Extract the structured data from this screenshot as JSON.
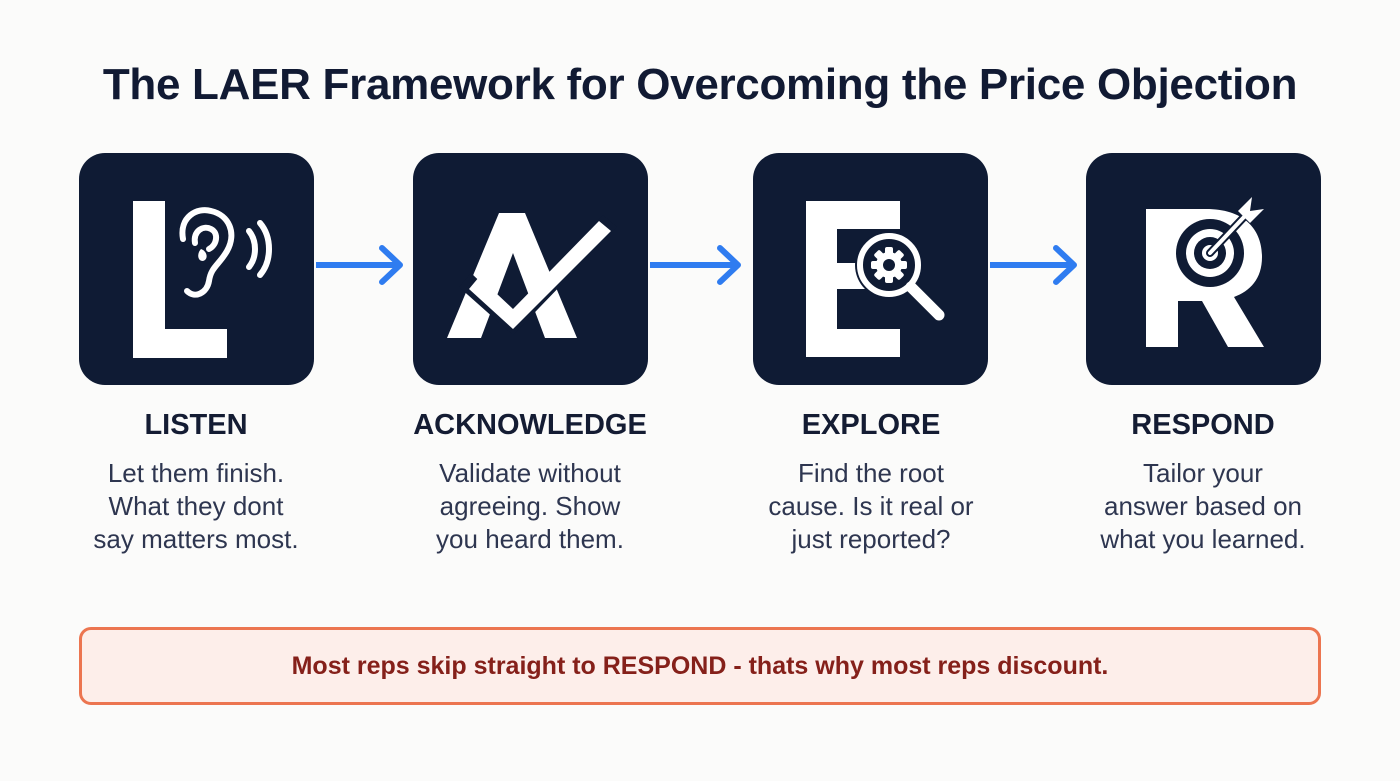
{
  "title": "The LAER Framework for Overcoming the Price Objection",
  "colors": {
    "card_bg": "#0f1b34",
    "arrow": "#2f7cf0",
    "callout_border": "#ec7550",
    "callout_bg": "#fdeeea",
    "callout_text": "#85201a"
  },
  "steps": [
    {
      "letter": "L",
      "icon": "ear-listening-icon",
      "title": "LISTEN",
      "description": "Let them finish.\nWhat they dont\nsay matters most."
    },
    {
      "letter": "A",
      "icon": "checkmark-icon",
      "title": "ACKNOWLEDGE",
      "description": "Validate without\nagreeing. Show\nyou heard them."
    },
    {
      "letter": "E",
      "icon": "magnifier-gear-icon",
      "title": "EXPLORE",
      "description": "Find the root\ncause. Is it real or\njust reported?"
    },
    {
      "letter": "R",
      "icon": "target-arrow-icon",
      "title": "RESPOND",
      "description": "Tailor your\nanswer based on\nwhat you learned."
    }
  ],
  "arrows": [
    "arrow-right-icon",
    "arrow-right-icon",
    "arrow-right-icon"
  ],
  "callout": {
    "text": "Most reps skip straight to RESPOND - thats why most reps discount."
  }
}
